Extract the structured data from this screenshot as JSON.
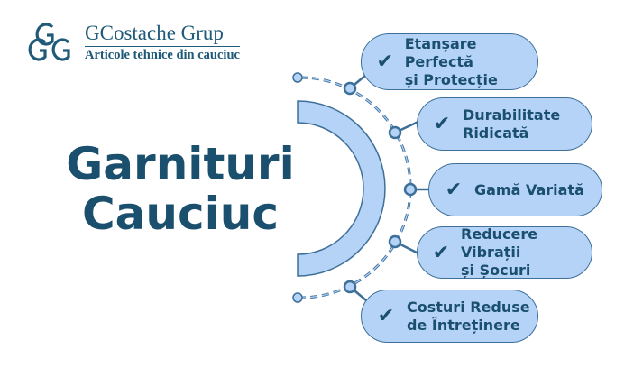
{
  "logo": {
    "mark": "GG",
    "name": "GCostache Grup",
    "tagline": "Articole tehnice din cauciuc"
  },
  "title": {
    "line1": "Garnituri",
    "line2": "Cauciuc"
  },
  "features": [
    {
      "line1": "Etanșare Perfectă",
      "line2": "și Protecție",
      "icon": "check-icon"
    },
    {
      "line1": "Durabilitate",
      "line2": "Ridicată",
      "icon": "check-icon"
    },
    {
      "line1": "Gamă Variată",
      "line2": "",
      "icon": "check-icon"
    },
    {
      "line1": "Reducere Vibrații",
      "line2": "și Șocuri",
      "icon": "check-icon"
    },
    {
      "line1": "Costuri Reduse",
      "line2": "de Întreținere",
      "icon": "check-icon"
    }
  ],
  "colors": {
    "pill_fill": "#b5d3f7",
    "stroke": "#3d6f98",
    "text": "#1a4f6e"
  }
}
